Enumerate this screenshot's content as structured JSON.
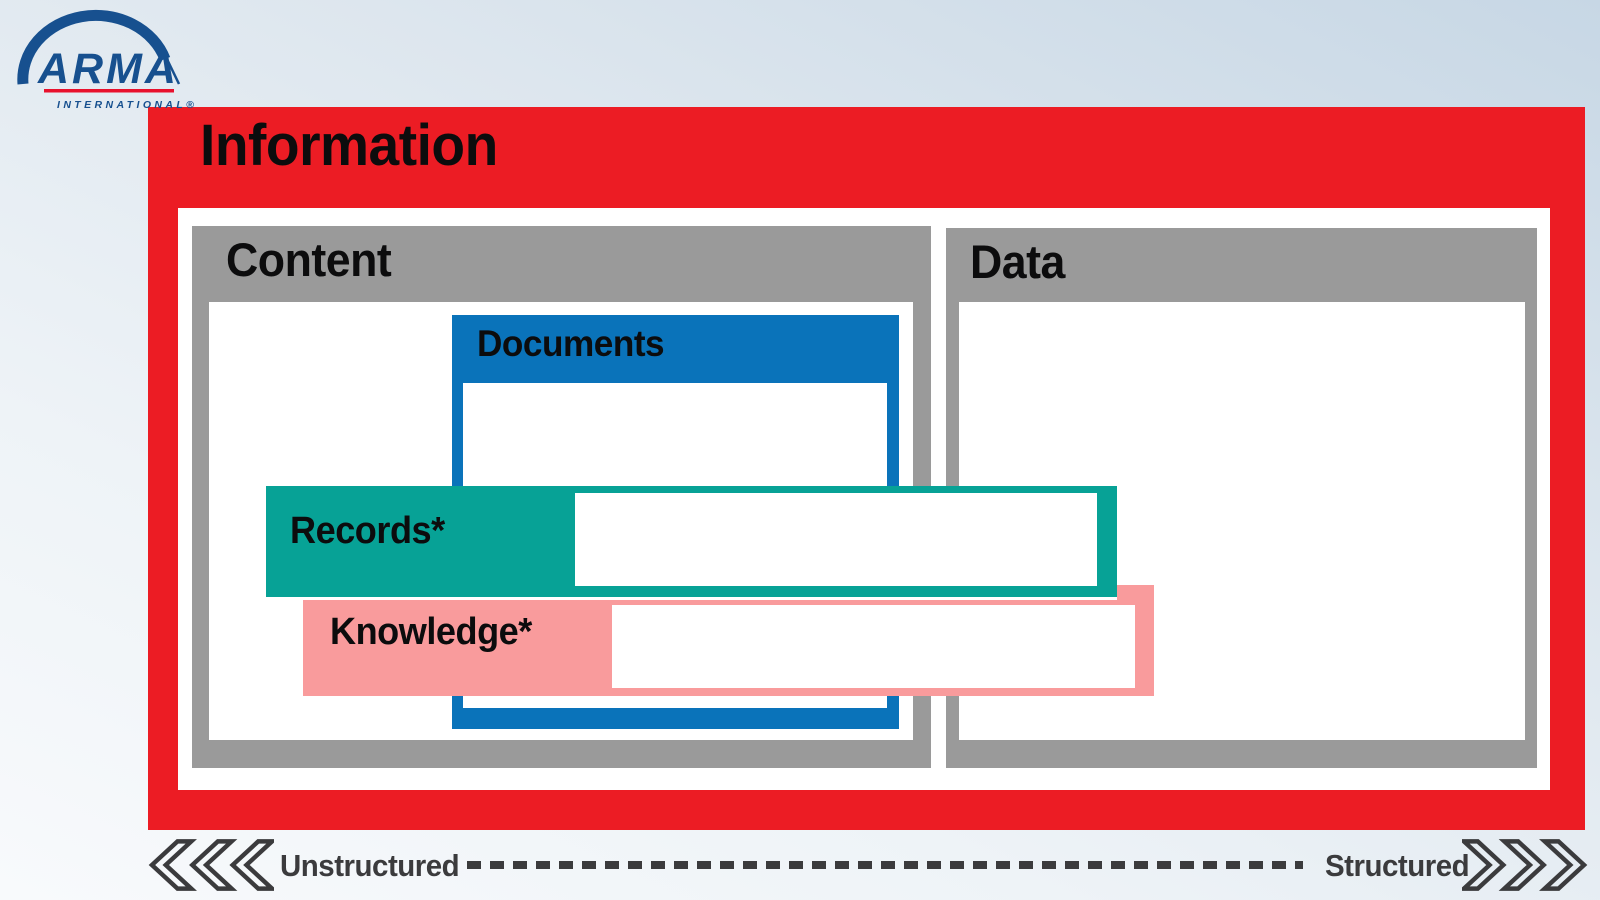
{
  "logo": {
    "name": "ARMA",
    "subtitle": "INTERNATIONAL®"
  },
  "diagram": {
    "information": "Information",
    "content": "Content",
    "data": "Data",
    "documents": "Documents",
    "records": "Records*",
    "knowledge": "Knowledge*"
  },
  "legend": {
    "unstructured": "Unstructured",
    "structured": "Structured"
  },
  "colors": {
    "red": "#ec1c24",
    "gray": "#9a9a9a",
    "blue": "#0a73ba",
    "teal": "#07a296",
    "pink": "#f99b9c",
    "logo_blue": "#17508f",
    "logo_red": "#e8112d",
    "legend": "#3b3b3d"
  }
}
